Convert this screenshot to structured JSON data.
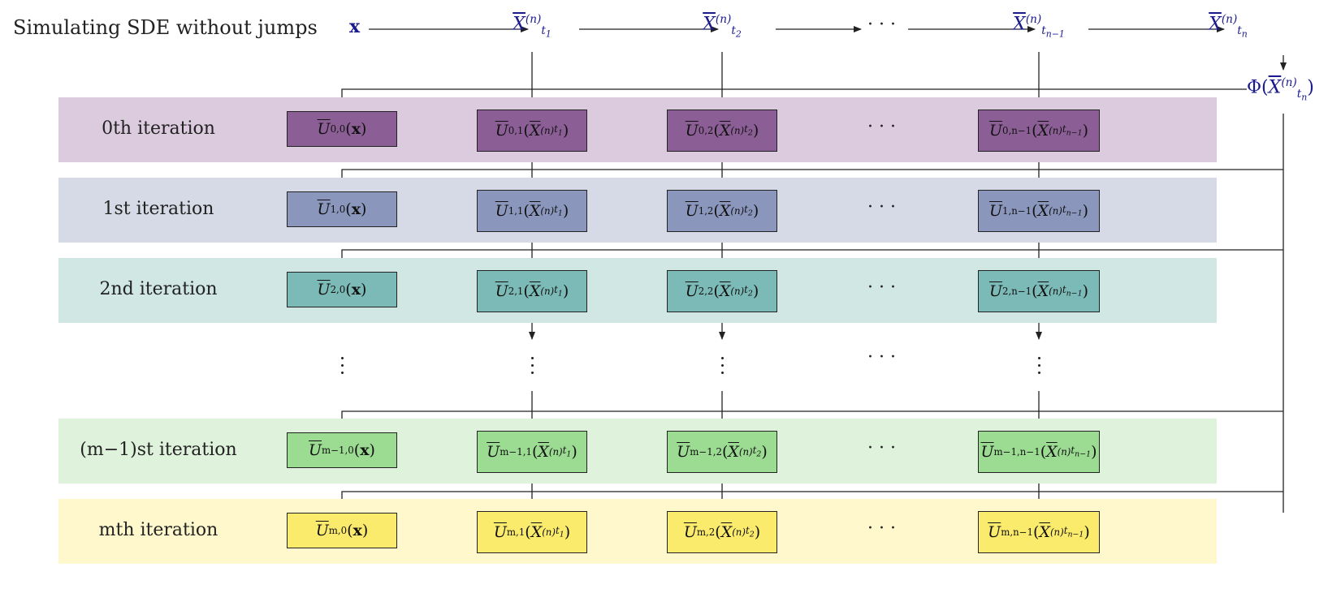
{
  "header": {
    "title": "Simulating SDE without jumps",
    "x_label": "x",
    "states": [
      {
        "sym": "X",
        "sup": "(n)",
        "sub": "t",
        "subsub": "1"
      },
      {
        "sym": "X",
        "sup": "(n)",
        "sub": "t",
        "subsub": "2"
      },
      {
        "sym": "X",
        "sup": "(n)",
        "sub": "t",
        "subsub": "n−1"
      },
      {
        "sym": "X",
        "sup": "(n)",
        "sub": "t",
        "subsub": "n"
      }
    ],
    "ellipsis": "· · ·",
    "phi_label": "Φ"
  },
  "rows": [
    {
      "label": "0th iteration",
      "band_color": "#dccadf",
      "node_color": "#8b5f95",
      "idx": "0"
    },
    {
      "label": "1st iteration",
      "band_color": "#d6dae7",
      "node_color": "#8a96bb",
      "idx": "1"
    },
    {
      "label": "2nd iteration",
      "band_color": "#d1e7e4",
      "node_color": "#7bbab6",
      "idx": "2"
    },
    {
      "label": "(m−1)st iteration",
      "band_color": "#dff3dc",
      "node_color": "#9bdb92",
      "idx": "m−1"
    },
    {
      "label": "mth iteration",
      "band_color": "#fff8cc",
      "node_color": "#fbeb6d",
      "idx": "m"
    }
  ],
  "node_text": {
    "U": "U",
    "col0_arg": "x",
    "col_idx": [
      "0",
      "1",
      "2",
      "n−1"
    ],
    "ellipsis": "· · ·"
  },
  "colors": {
    "arrow": "#222222",
    "blue": "#1a1a8c"
  }
}
